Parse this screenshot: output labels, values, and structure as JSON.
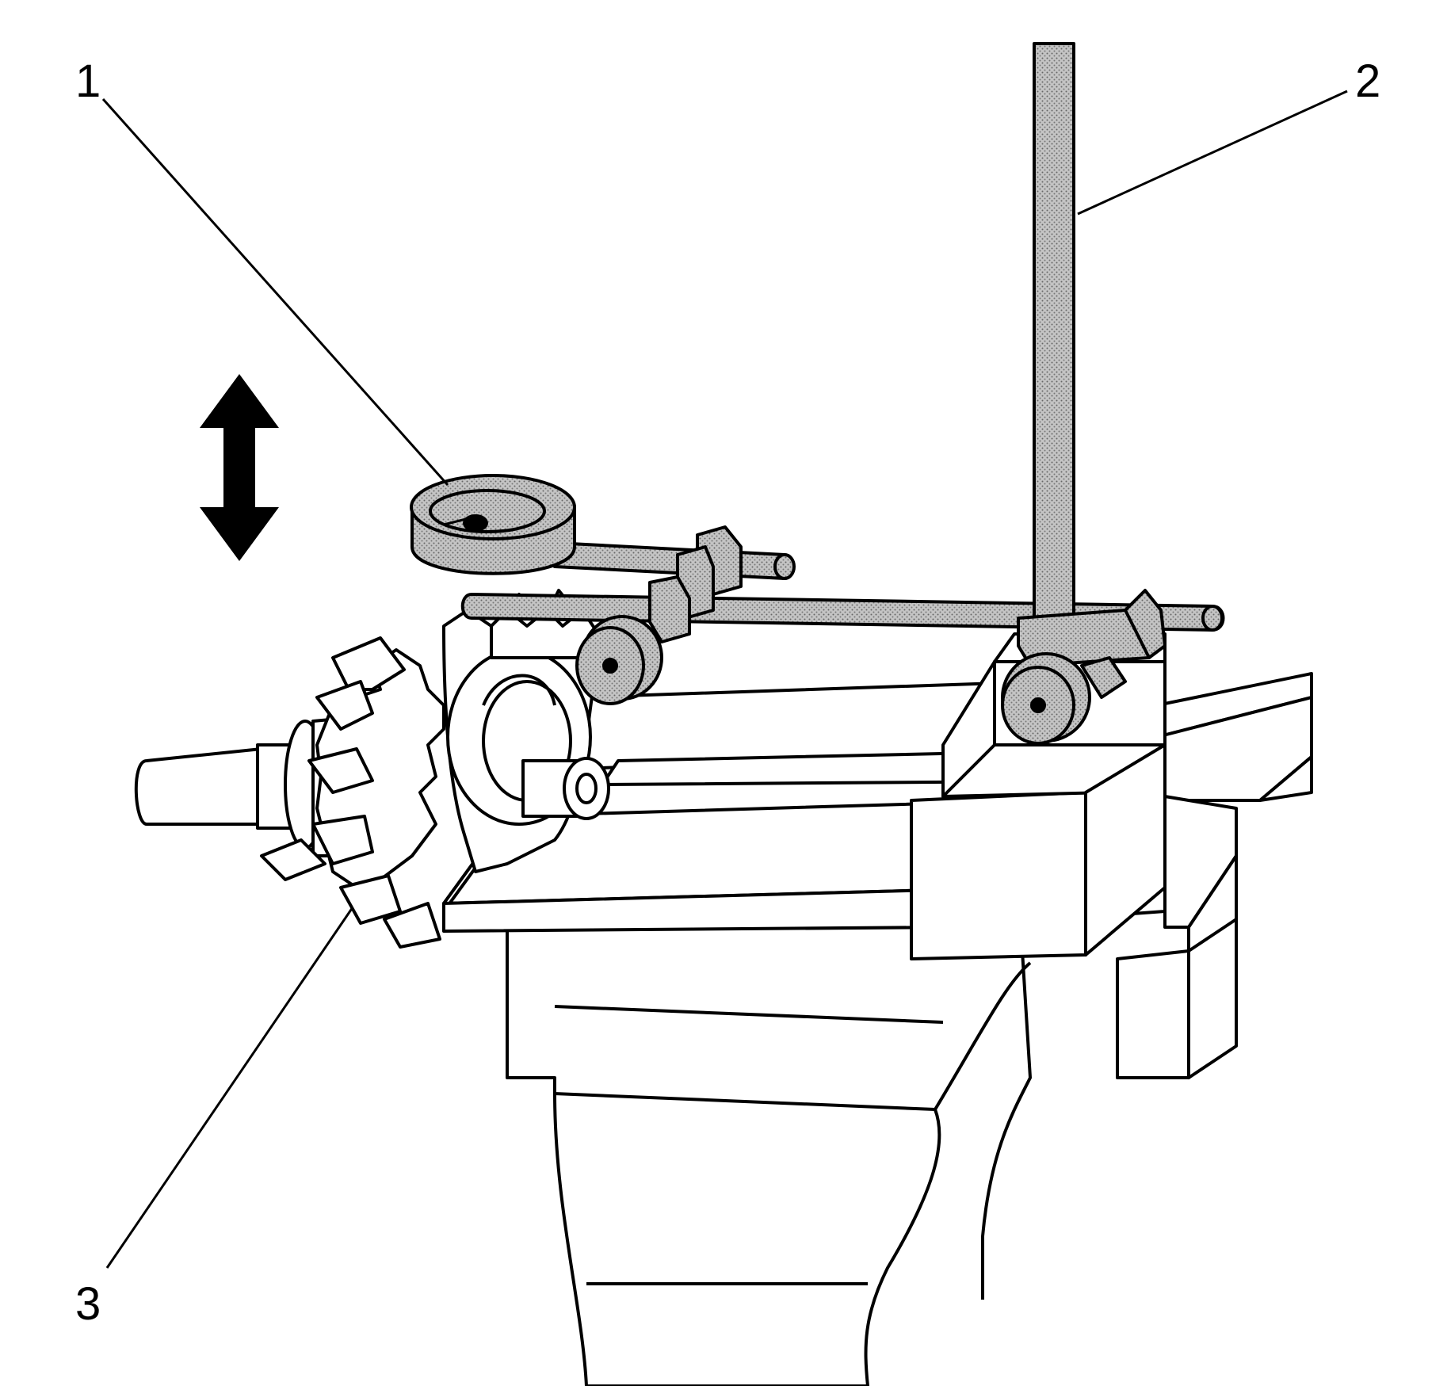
{
  "callouts": [
    {
      "id": "1",
      "label": "1"
    },
    {
      "id": "2",
      "label": "2"
    },
    {
      "id": "3",
      "label": "3"
    }
  ],
  "colors": {
    "line": "#000000",
    "paper": "#ffffff",
    "stipple_base": "#bdbdbd",
    "stipple_dot": "#6a6a6a"
  },
  "icons": {
    "motion_arrow": "double-headed-vertical-arrow-icon"
  }
}
